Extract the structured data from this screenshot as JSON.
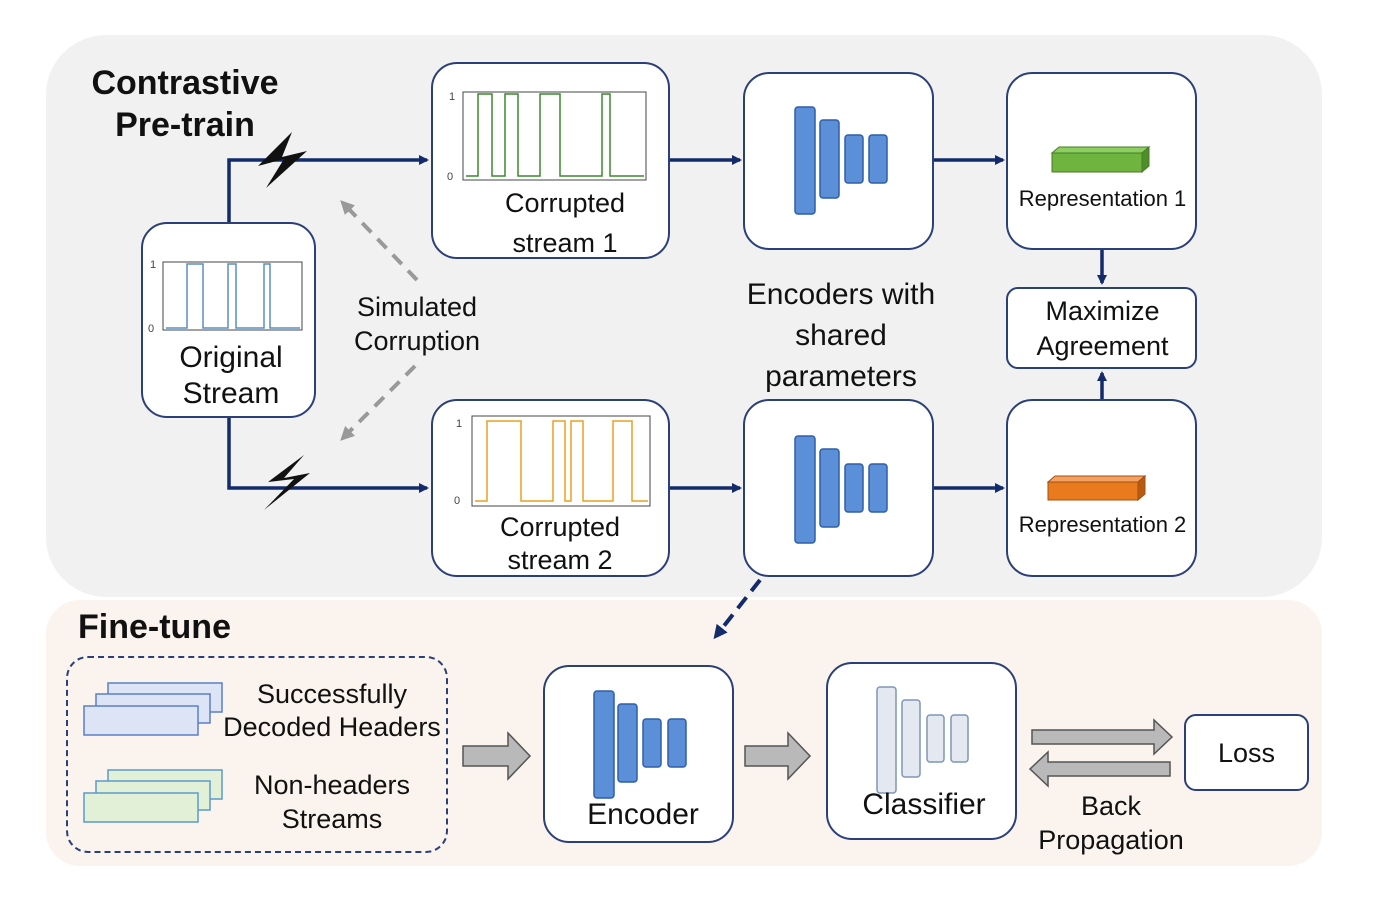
{
  "pretrain": {
    "title_line1": "Contrastive",
    "title_line2": "Pre-train",
    "original": {
      "line1": "Original",
      "line2": "Stream"
    },
    "corrupted1": {
      "line1": "Corrupted",
      "line2": "stream 1"
    },
    "corrupted2": {
      "line1": "Corrupted",
      "line2": "stream 2"
    },
    "simulated": {
      "line1": "Simulated",
      "line2": "Corruption"
    },
    "encoders_label": {
      "line1": "Encoders with",
      "line2": "shared",
      "line3": "parameters"
    },
    "representation1": "Representation 1",
    "representation2": "Representation 2",
    "maximize": {
      "line1": "Maximize",
      "line2": "Agreement"
    },
    "tick_top": "1",
    "tick_bottom": "0"
  },
  "finetune": {
    "title": "Fine-tune",
    "headers": {
      "line1": "Successfully",
      "line2": "Decoded Headers"
    },
    "nonheaders": {
      "line1": "Non-headers",
      "line2": "Streams"
    },
    "encoder": "Encoder",
    "classifier": "Classifier",
    "loss": "Loss",
    "backprop": {
      "line1": "Back",
      "line2": "Propagation"
    }
  },
  "colors": {
    "navy": "#132a6b",
    "encoder_blue": "#5b8fd8",
    "classifier_gray": "#dfe5ee",
    "signal_original": "#5a8fc0",
    "signal_green": "#3c8a2e",
    "signal_orange": "#e6a020",
    "rep_green": "#6fb43f",
    "rep_orange": "#e97a1e",
    "headers_fill": "#dde4f6",
    "nonheaders_fill": "#e2f0d8"
  }
}
